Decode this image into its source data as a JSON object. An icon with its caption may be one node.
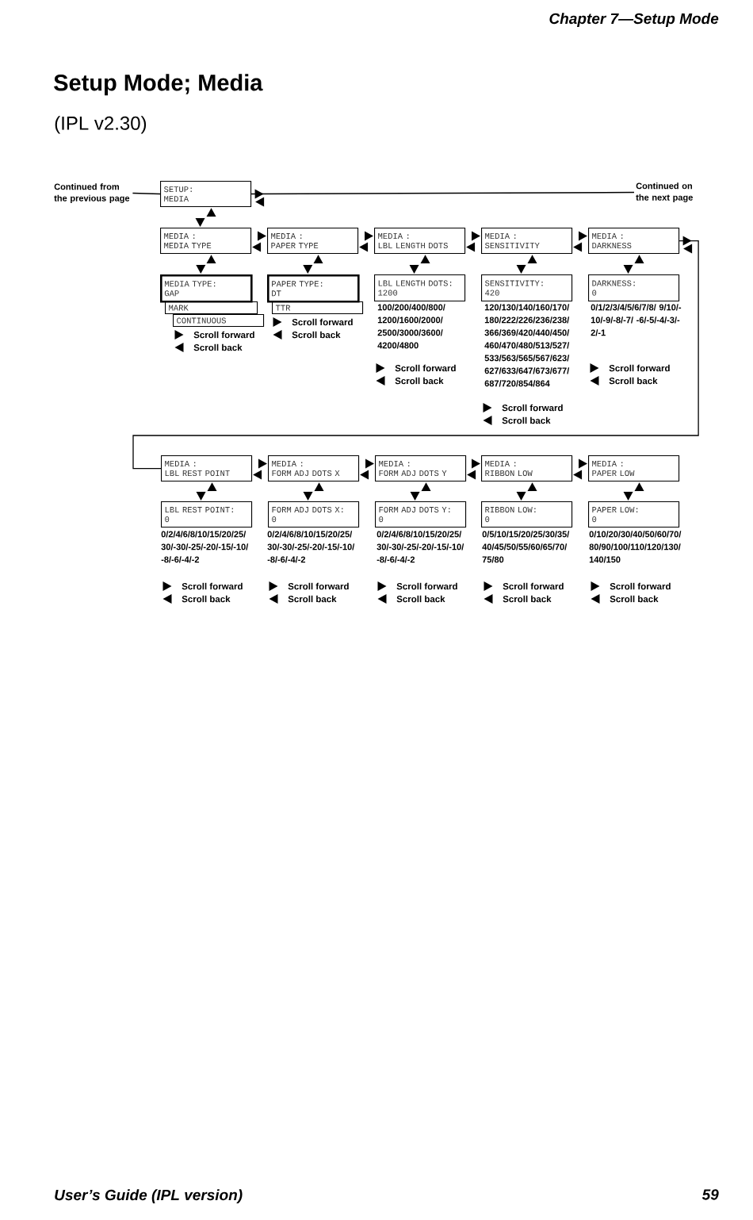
{
  "diagram": {
    "title": "Setup Mode; Media",
    "nodes": [
      {
        "text": [
          "Continued from the previous page"
        ]
      },
      {
        "text": [
          "SETUP:",
          "MEDIA"
        ]
      },
      {
        "text": [
          "Continued on the next page"
        ]
      },
      {
        "text": [
          "MEDIA :",
          "MEDIA TYPE"
        ]
      },
      {
        "text": [
          "MEDIA :",
          "PAPER TYPE"
        ]
      },
      {
        "text": [
          "MEDIA :",
          "LBL LENGTH DOTS"
        ]
      },
      {
        "text": [
          "MEDIA :",
          "SENSITIVITY"
        ]
      },
      {
        "text": [
          "MEDIA :",
          "DARKNESS"
        ]
      },
      {
        "text": [
          "MEDIA TYPE:",
          "GAP"
        ]
      },
      {
        "text": [
          "MARK"
        ]
      },
      {
        "text": [
          "CONTINUOUS"
        ]
      },
      {
        "text": [
          "PAPER TYPE:",
          "DT"
        ]
      },
      {
        "text": [
          "TTR"
        ]
      },
      {
        "text": [
          "LBL LENGTH DOTS:",
          "1200"
        ],
        "beside": [
          "100/200/400/800/ 1200/1600/2000/ 2500/3000/3600/ 4200/4800"
        ]
      },
      {
        "text": [
          "SENSITIVITY:",
          "420"
        ],
        "beside": [
          "120/130/140/160/170/ 180/222/226/236/238/ 366/369/420/440/450/ 460/470/480/513/527/ 533/563/565/567/623/ 627/633/647/673/677/ 687/720/854/864"
        ]
      },
      {
        "text": [
          "DARKNESS:",
          "0"
        ],
        "beside": [
          "0/1/2/3/4/5/6/7/8/ 9/10/-10/-9/-8/-7/ -6/-5/-4/-3/-2/-1"
        ]
      },
      {
        "text": [
          "MEDIA :",
          "LBL REST POINT"
        ]
      },
      {
        "text": [
          "MEDIA :",
          "FORM ADJ DOTS X"
        ]
      },
      {
        "text": [
          "MEDIA :",
          "FORM ADJ DOTS Y"
        ]
      },
      {
        "text": [
          "MEDIA :",
          "RIBBON LOW"
        ]
      },
      {
        "text": [
          "MEDIA :",
          "PAPER LOW"
        ]
      },
      {
        "text": [
          "LBL REST POINT:",
          "0"
        ],
        "beside": [
          "0/2/4/6/8/10/15/20/25/ 30/-30/-25/-20/-15/-10/ -8/-6/-4/-2"
        ]
      },
      {
        "text": [
          "FORM ADJ DOTS X:",
          "0"
        ],
        "beside": [
          "0/2/4/6/8/10/15/20/25/ 30/-30/-25/-20/-15/-10/ -8/-6/-4/-2"
        ]
      },
      {
        "text": [
          "FORM ADJ DOTS Y:",
          "0"
        ],
        "beside": [
          "0/2/4/6/8/10/15/20/25/ 30/-30/-25/-20/-15/-10/ -8/-6/-4/-2"
        ]
      },
      {
        "text": [
          "RIBBON LOW:",
          "0"
        ],
        "beside": [
          "0/5/10/15/20/25/30/35/ 40/45/50/55/60/65/70/ 75/80"
        ]
      },
      {
        "text": [
          "PAPER LOW:",
          "0"
        ],
        "beside": [
          "0/10/20/30/40/50/60/70/ 80/90/100/110/120/130/ 140/150"
        ]
      }
    ],
    "edges": [
      {
        "from": 0,
        "to": 1,
        "arrow": "none"
      },
      {
        "from": 1,
        "to": 3,
        "arrow": "both"
      },
      {
        "from": 1,
        "to": 2,
        "arrow": "to"
      },
      {
        "from": 3,
        "to": 4,
        "arrow": "both"
      },
      {
        "from": 4,
        "to": 5,
        "arrow": "both"
      },
      {
        "from": 5,
        "to": 6,
        "arrow": "both"
      },
      {
        "from": 6,
        "to": 7,
        "arrow": "both"
      },
      {
        "from": 3,
        "to": 8,
        "arrow": "both"
      },
      {
        "from": 4,
        "to": 11,
        "arrow": "both"
      },
      {
        "from": 5,
        "to": 13,
        "arrow": "both"
      },
      {
        "from": 6,
        "to": 14,
        "arrow": "both"
      },
      {
        "from": 7,
        "to": 15,
        "arrow": "both"
      },
      {
        "from": 7,
        "to": 16,
        "arrow": "to"
      },
      {
        "from": 16,
        "to": 17,
        "arrow": "both"
      },
      {
        "from": 17,
        "to": 18,
        "arrow": "both"
      },
      {
        "from": 18,
        "to": 19,
        "arrow": "both"
      },
      {
        "from": 19,
        "to": 20,
        "arrow": "both"
      },
      {
        "from": 16,
        "to": 21,
        "arrow": "both"
      },
      {
        "from": 17,
        "to": 22,
        "arrow": "both"
      },
      {
        "from": 18,
        "to": 23,
        "arrow": "both"
      },
      {
        "from": 19,
        "to": 24,
        "arrow": "both"
      },
      {
        "from": 20,
        "to": 25,
        "arrow": "both"
      }
    ],
    "labels": [
      "Chapter 7—Setup Mode",
      "(IPL v2.30)",
      "User’s Guide (IPL version)",
      "59"
    ],
    "legend": [
      {
        "text": "Scroll forward"
      },
      {
        "text": "Scroll back"
      },
      {
        "text": "Scroll forward"
      },
      {
        "text": "Scroll back"
      },
      {
        "text": "Scroll forward"
      },
      {
        "text": "Scroll back"
      },
      {
        "text": "Scroll forward"
      },
      {
        "text": "Scroll back"
      },
      {
        "text": "Scroll forward"
      },
      {
        "text": "Scroll back"
      },
      {
        "text": "Scroll forward"
      },
      {
        "text": "Scroll back"
      },
      {
        "text": "Scroll forward"
      },
      {
        "text": "Scroll back"
      },
      {
        "text": "Scroll forward"
      },
      {
        "text": "Scroll back"
      },
      {
        "text": "Scroll forward"
      },
      {
        "text": "Scroll back"
      },
      {
        "text": "Scroll forward"
      },
      {
        "text": "Scroll back"
      }
    ]
  }
}
